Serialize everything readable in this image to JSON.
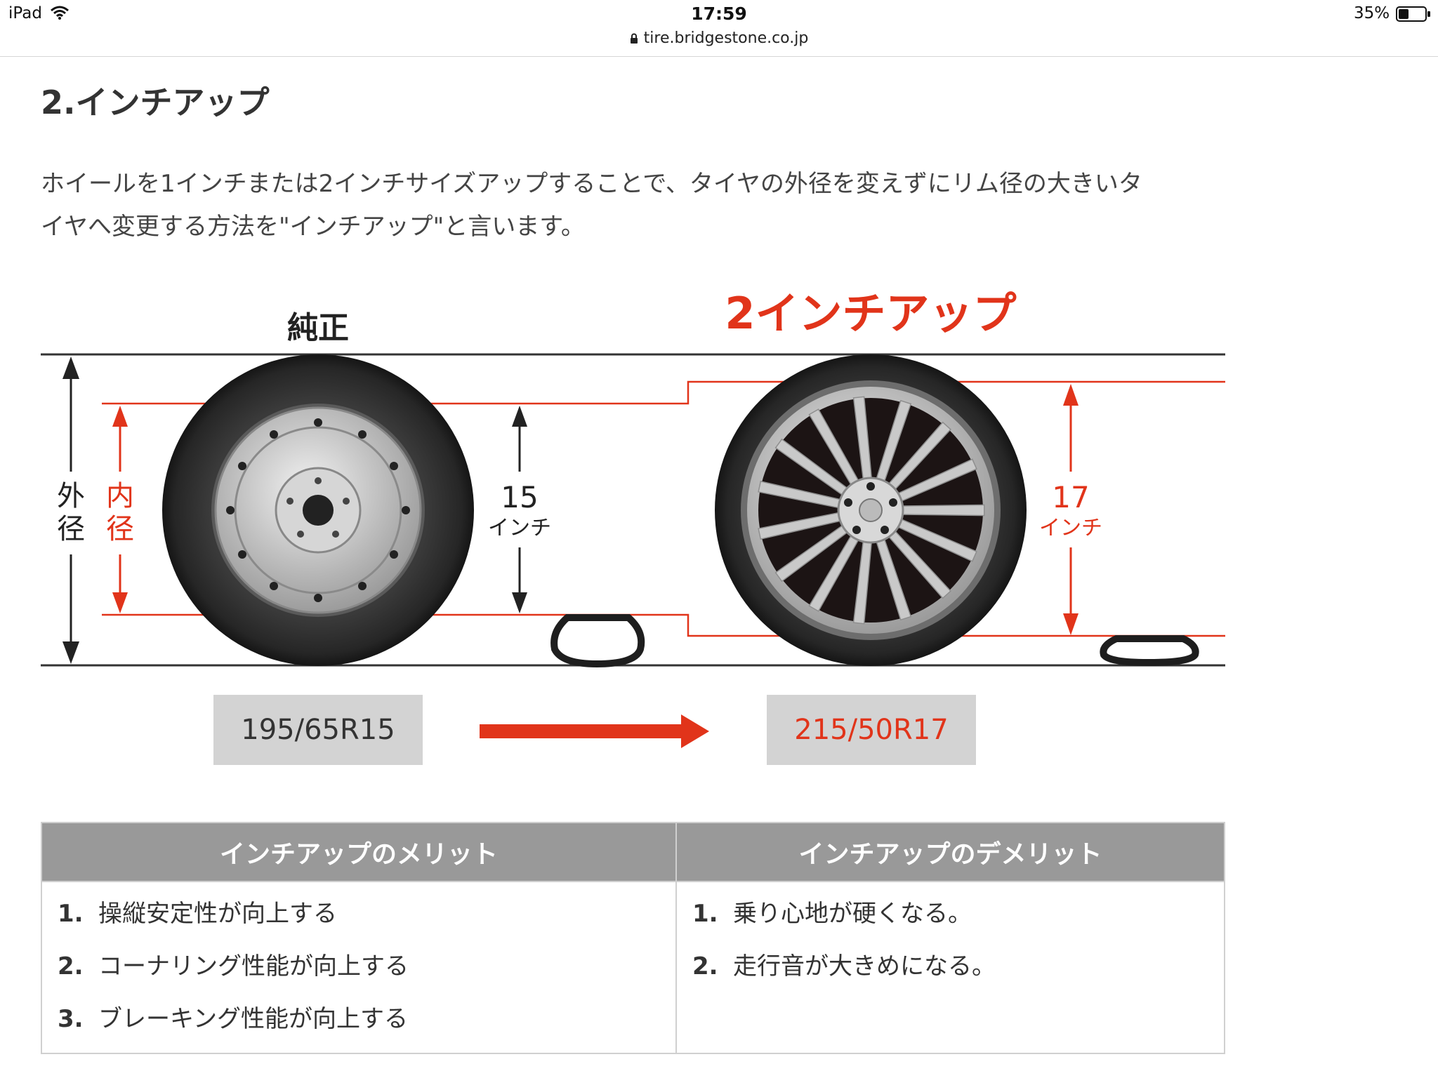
{
  "status_bar": {
    "device": "iPad",
    "time": "17:59",
    "url": "tire.bridgestone.co.jp",
    "battery": "35%"
  },
  "page": {
    "title": "2.インチアップ",
    "intro_line1": "ホイールを1インチまたは2インチサイズアップすることで、タイヤの外径を変えずにリム径の大きいタ",
    "intro_line2": "イヤへ変更する方法を\"インチアップ\"と言います。"
  },
  "diagram": {
    "left_title": "純正",
    "right_title": "2インチアップ",
    "outer_diameter_label": [
      "外",
      "径"
    ],
    "inner_diameter_label": [
      "内",
      "径"
    ],
    "left_rim_size": "15",
    "left_rim_unit": "インチ",
    "right_rim_size": "17",
    "right_rim_unit": "インチ",
    "left_tire_size": "195/65R15",
    "right_tire_size": "215/50R17",
    "colors": {
      "accent": "#e1341a",
      "tire": "#2a2a2a",
      "wheel": "#c8c8c8",
      "line": "#333333"
    }
  },
  "table": {
    "merit_header": "インチアップのメリット",
    "demerit_header": "インチアップのデメリット",
    "merits": [
      {
        "num": "1.",
        "text": "操縦安定性が向上する"
      },
      {
        "num": "2.",
        "text": "コーナリング性能が向上する"
      },
      {
        "num": "3.",
        "text": "ブレーキング性能が向上する"
      }
    ],
    "demerits": [
      {
        "num": "1.",
        "text": "乗り心地が硬くなる。"
      },
      {
        "num": "2.",
        "text": "走行音が大きめになる。"
      }
    ]
  }
}
